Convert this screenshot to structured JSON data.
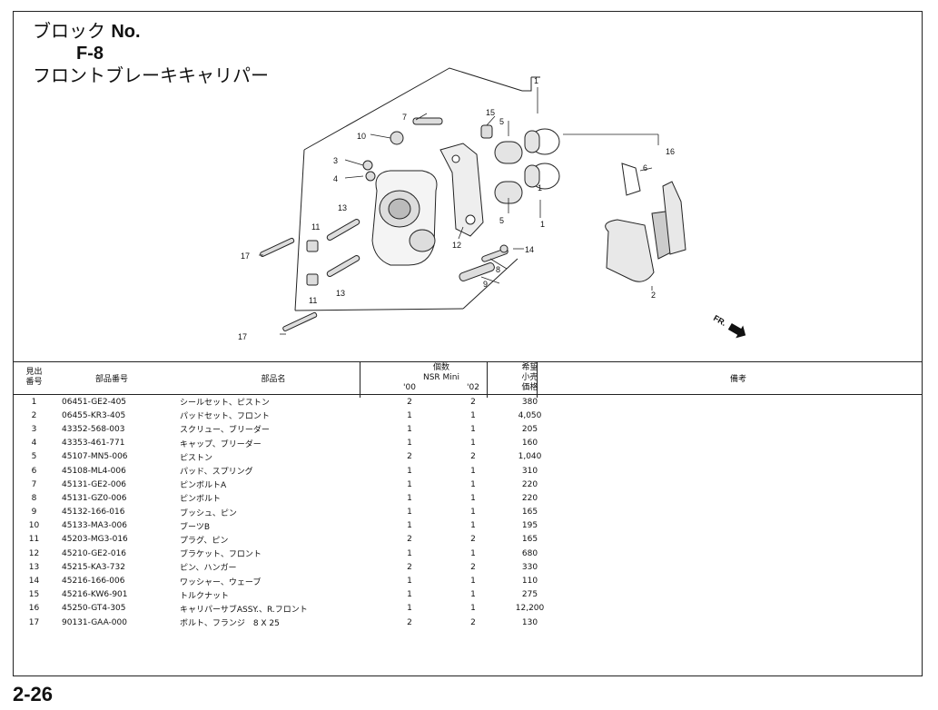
{
  "header": {
    "block_label": "ブロック",
    "block_no_label": "No.",
    "block_code": "F-8",
    "title": "フロントブレーキキャリパー"
  },
  "diagram": {
    "callouts": [
      "1",
      "1",
      "1",
      "2",
      "3",
      "4",
      "5",
      "5",
      "6",
      "7",
      "8",
      "9",
      "10",
      "11",
      "11",
      "12",
      "13",
      "13",
      "14",
      "15",
      "16",
      "17",
      "17"
    ],
    "direction_label": "FR."
  },
  "table": {
    "headers": {
      "no_line1": "見出",
      "no_line2": "番号",
      "part_no": "部品番号",
      "part_name": "部品名",
      "qty_line1": "個数",
      "qty_line2": "NSR Mini",
      "qty_y1": "'00",
      "qty_y2": "'02",
      "price_line1": "希望",
      "price_line2": "小売",
      "price_line3": "価格",
      "remarks": "備考"
    },
    "rows": [
      {
        "no": "1",
        "pn": "06451-GE2-405",
        "name": "シールセット、ピストン",
        "q1": "2",
        "q2": "2",
        "price": "380"
      },
      {
        "no": "2",
        "pn": "06455-KR3-405",
        "name": "パッドセット、フロント",
        "q1": "1",
        "q2": "1",
        "price": "4,050"
      },
      {
        "no": "3",
        "pn": "43352-568-003",
        "name": "スクリュー、ブリーダー",
        "q1": "1",
        "q2": "1",
        "price": "205"
      },
      {
        "no": "4",
        "pn": "43353-461-771",
        "name": "キャップ、ブリーダー",
        "q1": "1",
        "q2": "1",
        "price": "160"
      },
      {
        "no": "5",
        "pn": "45107-MN5-006",
        "name": "ピストン",
        "q1": "2",
        "q2": "2",
        "price": "1,040"
      },
      {
        "no": "6",
        "pn": "45108-ML4-006",
        "name": "パッド、スプリング",
        "q1": "1",
        "q2": "1",
        "price": "310"
      },
      {
        "no": "7",
        "pn": "45131-GE2-006",
        "name": "ピンボルトA",
        "q1": "1",
        "q2": "1",
        "price": "220"
      },
      {
        "no": "8",
        "pn": "45131-GZ0-006",
        "name": "ピンボルト",
        "q1": "1",
        "q2": "1",
        "price": "220"
      },
      {
        "no": "9",
        "pn": "45132-166-016",
        "name": "ブッシュ、ピン",
        "q1": "1",
        "q2": "1",
        "price": "165"
      },
      {
        "no": "10",
        "pn": "45133-MA3-006",
        "name": "ブーツB",
        "q1": "1",
        "q2": "1",
        "price": "195"
      },
      {
        "no": "11",
        "pn": "45203-MG3-016",
        "name": "プラグ、ピン",
        "q1": "2",
        "q2": "2",
        "price": "165"
      },
      {
        "no": "12",
        "pn": "45210-GE2-016",
        "name": "ブラケット、フロント",
        "q1": "1",
        "q2": "1",
        "price": "680"
      },
      {
        "no": "13",
        "pn": "45215-KA3-732",
        "name": "ピン、ハンガー",
        "q1": "2",
        "q2": "2",
        "price": "330"
      },
      {
        "no": "14",
        "pn": "45216-166-006",
        "name": "ワッシャー、ウェーブ",
        "q1": "1",
        "q2": "1",
        "price": "110"
      },
      {
        "no": "15",
        "pn": "45216-KW6-901",
        "name": "トルクナット",
        "q1": "1",
        "q2": "1",
        "price": "275"
      },
      {
        "no": "16",
        "pn": "45250-GT4-305",
        "name": "キャリパーサブASSY.、R.フロント",
        "q1": "1",
        "q2": "1",
        "price": "12,200"
      },
      {
        "no": "17",
        "pn": "90131-GAA-000",
        "name": "ボルト、フランジ　8 X 25",
        "q1": "2",
        "q2": "2",
        "price": "130"
      }
    ]
  },
  "page_number": "2-26"
}
